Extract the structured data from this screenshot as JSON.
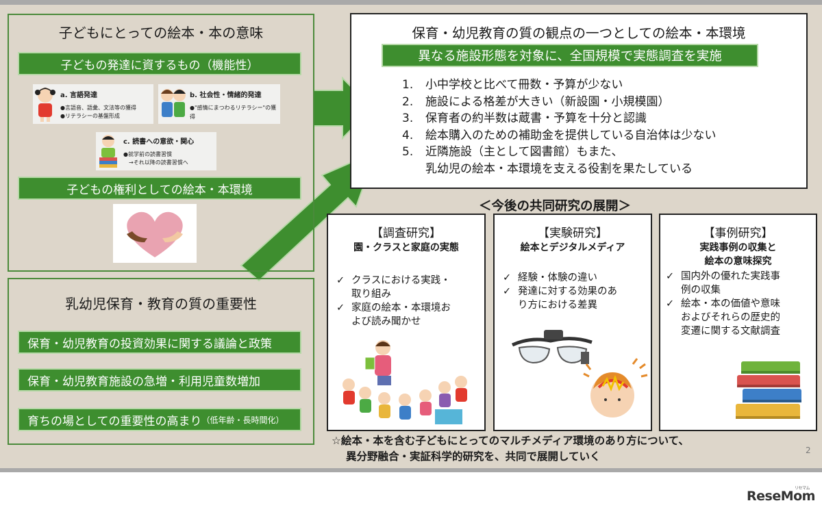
{
  "meaning": {
    "title": "子どもにとっての絵本・本の意味",
    "function_pill": "子どもの発達に資するもの（機能性）",
    "cards": [
      {
        "title": "a. 言語発達",
        "lines": [
          "●言語音、語彙、文法等の獲得",
          "●リテラシーの基盤形成"
        ]
      },
      {
        "title": "b. 社会性・情緒的発達",
        "lines": [
          "●\"感情にまつわるリテラシー\"の獲得"
        ]
      },
      {
        "title": "c. 読書への意欲・関心",
        "lines": [
          "●就学前の読書習慣",
          "　→それ以降の読書習慣へ"
        ]
      }
    ],
    "rights_pill": "子どもの権利としての絵本・本環境"
  },
  "importance": {
    "title": "乳幼児保育・教育の質の重要性",
    "pills": [
      {
        "main": "保育・幼児教育の投資効果に関する議論と政策",
        "note": ""
      },
      {
        "main": "保育・幼児教育施設の急増・利用児童数増加",
        "note": ""
      },
      {
        "main": "育ちの場としての重要性の高まり",
        "note": "（低年齢・長時間化）"
      }
    ]
  },
  "survey": {
    "title": "保育・幼児教育の質の観点の一つとしての絵本・本環境",
    "banner": "異なる施設形態を対象に、全国規模で実態調査を実施",
    "findings": [
      {
        "num": "1.",
        "text": "小中学校と比べて冊数・予算が少ない"
      },
      {
        "num": "2.",
        "text": "施設による格差が大きい（新設園・小規模園）"
      },
      {
        "num": "3.",
        "text": "保育者の約半数は蔵書・予算を十分と認識"
      },
      {
        "num": "4.",
        "text": "絵本購入のための補助金を提供している自治体は少ない"
      },
      {
        "num": "5.",
        "text": "近隣施設（主として図書館）もまた、"
      },
      {
        "num": "",
        "text": "乳幼児の絵本・本環境を支える役割を果たしている"
      }
    ]
  },
  "future": {
    "heading": "＜今後の共同研究の展開＞",
    "columns": [
      {
        "title": "【調査研究】",
        "subtitle": [
          "園・クラスと家庭の実態"
        ],
        "items": [
          [
            "クラスにおける実践・",
            "取り組み"
          ],
          [
            "家庭の絵本・本環境お",
            "よび読み聞かせ"
          ]
        ]
      },
      {
        "title": "【実験研究】",
        "subtitle": [
          "絵本とデジタルメディア"
        ],
        "items": [
          [
            "経験・体験の違い"
          ],
          [
            "発達に対する効果のあ",
            "り方における差異"
          ]
        ]
      },
      {
        "title": "【事例研究】",
        "subtitle": [
          "実践事例の収集と",
          "絵本の意味探究"
        ],
        "items": [
          [
            "国内外の優れた実践事",
            "例の収集"
          ],
          [
            "絵本・本の価値や意味",
            "およびそれらの歴史的",
            "変遷に関する文献調査"
          ]
        ]
      }
    ],
    "check_mark": "✓",
    "footnote": [
      "☆絵本・本を含む子どもにとってのマルチメディア環境のあり方について、",
      "異分野融合・実証科学的研究を、共同で展開していく"
    ]
  },
  "page_number": "2",
  "watermark": {
    "name": "ReseMom",
    "sub": "リセマム"
  },
  "colors": {
    "green": "#3e8e2f",
    "frame": "#4a8a3a",
    "background": "#ddd6ca"
  }
}
